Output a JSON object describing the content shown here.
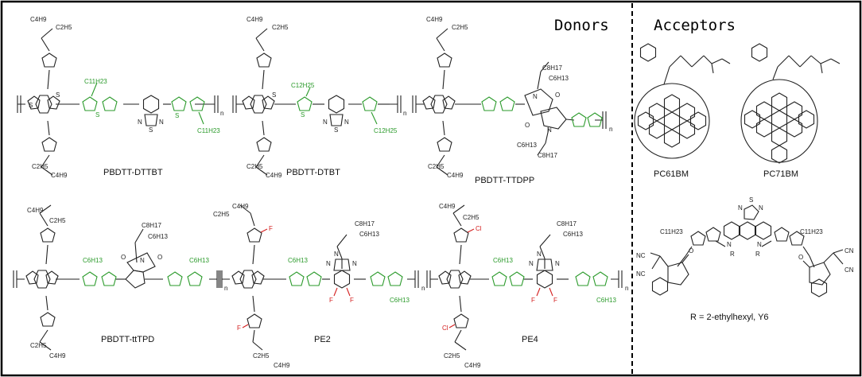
{
  "sections": {
    "donors": "Donors",
    "acceptors": "Acceptors"
  },
  "donors": [
    {
      "caption": "PBDTT-DTTBT",
      "labels": [
        "C4H9",
        "C2H5",
        "C11H23",
        "C11H23",
        "C2H5",
        "C4H9",
        "S",
        "S",
        "S",
        "S",
        "N",
        "S",
        "N",
        "n"
      ]
    },
    {
      "caption": "PBDTT-DTBT",
      "labels": [
        "C4H9",
        "C2H5",
        "C12H25",
        "C12H25",
        "C2H5",
        "C4H9",
        "S",
        "S",
        "N",
        "S",
        "N",
        "n"
      ]
    },
    {
      "caption": "PBDTT-TTDPP",
      "labels": [
        "C4H9",
        "C2H5",
        "C8H17",
        "C6H13",
        "C6H13",
        "C8H17",
        "C2H5",
        "C4H9",
        "N",
        "N",
        "O",
        "O",
        "n"
      ]
    },
    {
      "caption": "PBDTT-ttTPD",
      "labels": [
        "C4H9",
        "C2H5",
        "C8H17",
        "C6H13",
        "C6H13",
        "C6H13",
        "C2H5",
        "C4H9",
        "N",
        "O",
        "O",
        "n"
      ]
    },
    {
      "caption": "PE2",
      "labels": [
        "C4H9",
        "C2H5",
        "F",
        "C8H17",
        "C6H13",
        "C6H13",
        "C6H13",
        "F",
        "F",
        "F",
        "C2H5",
        "C4H9",
        "N",
        "N",
        "N",
        "n"
      ]
    },
    {
      "caption": "PE4",
      "labels": [
        "C4H9",
        "C2H5",
        "Cl",
        "C8H17",
        "C6H13",
        "C6H13",
        "C6H13",
        "F",
        "F",
        "Cl",
        "C2H5",
        "C4H9",
        "N",
        "N",
        "N",
        "n"
      ]
    }
  ],
  "acceptors": [
    {
      "caption": "PC61BM"
    },
    {
      "caption": "PC71BM"
    },
    {
      "caption": "R = 2-ethylhexyl, Y6",
      "labels": [
        "C11H23",
        "C11H23",
        "NC",
        "CN",
        "NC",
        "CN",
        "R",
        "R",
        "N",
        "N",
        "O",
        "O",
        "S",
        "N",
        "N"
      ]
    }
  ],
  "colors": {
    "border": "#000000",
    "structure": "#222222",
    "thiophene_highlight": "#2a9a2a",
    "halogen": "#d42020"
  }
}
